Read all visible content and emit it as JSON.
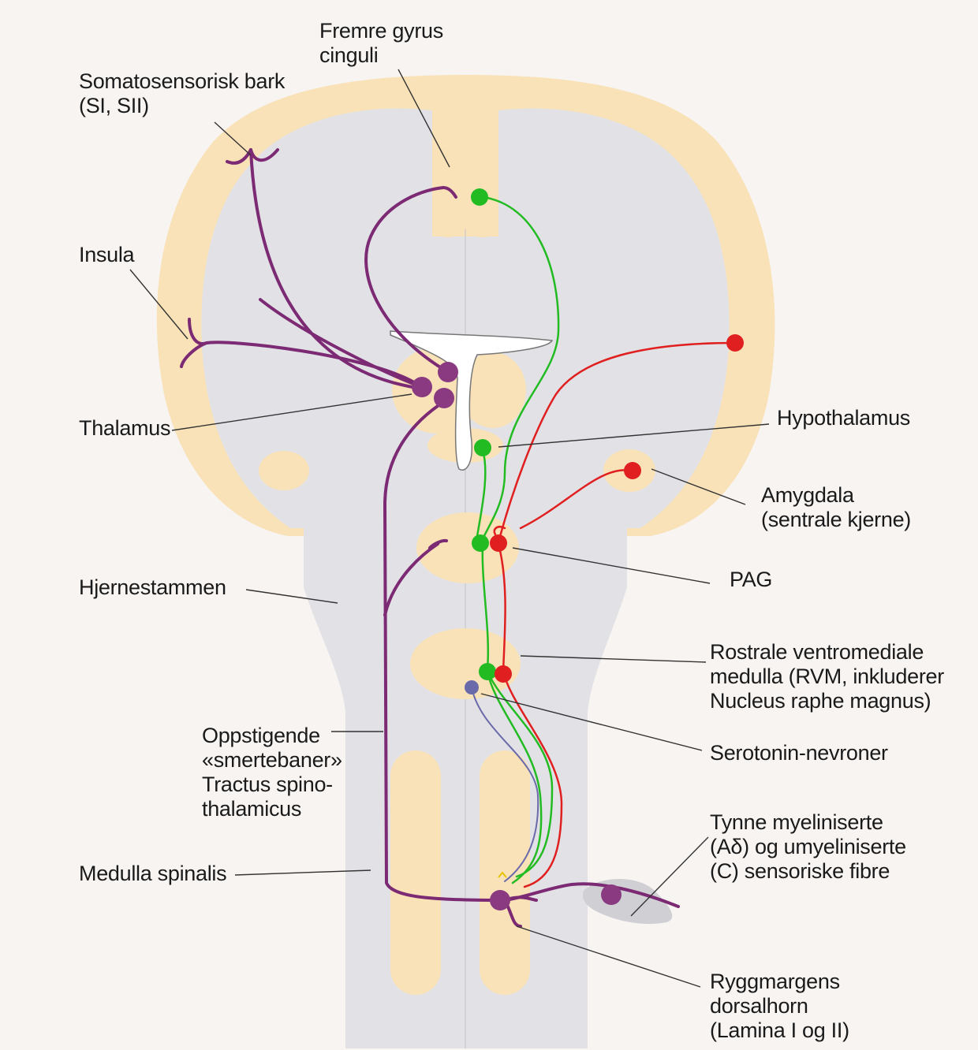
{
  "labels": {
    "cingulate": "Fremre gyrus\ncinguli",
    "somatosensory": "Somatosensorisk bark\n(SI, SII)",
    "insula": "Insula",
    "thalamus": "Thalamus",
    "hypothalamus": "Hypothalamus",
    "amygdala": "Amygdala\n(sentrale kjerne)",
    "pag": "PAG",
    "brainstem": "Hjernestammen",
    "rvm": "Rostrale ventromediale\nmedulla (RVM, inkluderer\nNucleus raphe magnus)",
    "serotonin": "Serotonin-nevroner",
    "ascending": "Oppstigende\n«smertebaner»\nTractus spino-\nthalamicus",
    "fibers": "Tynne myeliniserte\n(Aδ) og umyeliniserte\n(C) sensoriske fibre",
    "spinal_cord": "Medulla spinalis",
    "dorsal_horn": "Ryggmargens\ndorsalhorn\n(Lamina I og II)"
  },
  "colors": {
    "tissue": "#f9e2b8",
    "interior": "#e2e2e6",
    "ventricle": "#ffffff",
    "ascending_path": "#7b2a73",
    "neuron_purple": "#8a3a80",
    "descending_green": "#22bb22",
    "descending_red": "#e02020",
    "serotonin_blue": "#6a6aaa",
    "leader_line": "#333333"
  }
}
